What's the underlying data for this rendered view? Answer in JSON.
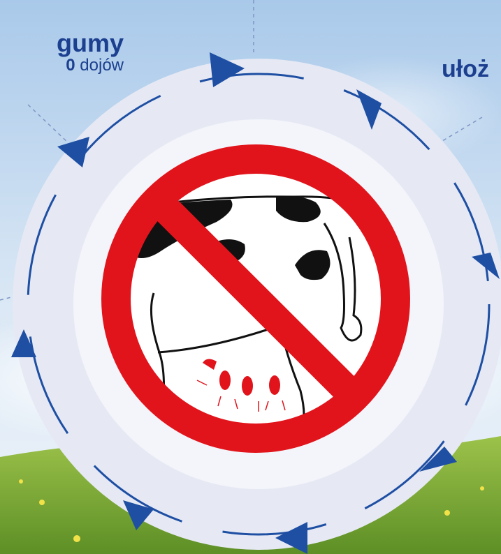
{
  "labels": {
    "left_title": "gumy",
    "left_count": "0",
    "left_unit": " dojów",
    "right_title": "ułoż"
  },
  "colors": {
    "sky_top": "#a9c9ea",
    "sky_bottom": "#eef4fa",
    "grass": "#7fae3a",
    "ring_outer": "#e6e9f4",
    "ring_inner": "#f4f5fa",
    "arrow_blue": "#1e4fa3",
    "prohibition_red": "#e1141c",
    "text_blue": "#1c3f8f"
  },
  "icons": [
    "circular-arrows",
    "prohibition-sign",
    "cow-udder-illustration"
  ]
}
